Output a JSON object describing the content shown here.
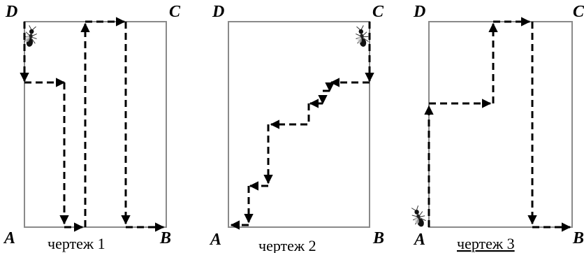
{
  "panels": [
    {
      "id": "1",
      "caption": "чертеж 1",
      "caption_underlined": false,
      "labels": {
        "D": "D",
        "C": "C",
        "A": "A",
        "B": "B"
      },
      "ant_corner": "D"
    },
    {
      "id": "2",
      "caption": "чертеж 2",
      "caption_underlined": false,
      "labels": {
        "D": "D",
        "C": "C",
        "A": "A",
        "B": "B"
      },
      "ant_corner": "C"
    },
    {
      "id": "3",
      "caption": "чертеж 3",
      "caption_underlined": true,
      "labels": {
        "D": "D",
        "C": "C",
        "A": "A",
        "B": "B"
      },
      "ant_corner": "A"
    }
  ]
}
